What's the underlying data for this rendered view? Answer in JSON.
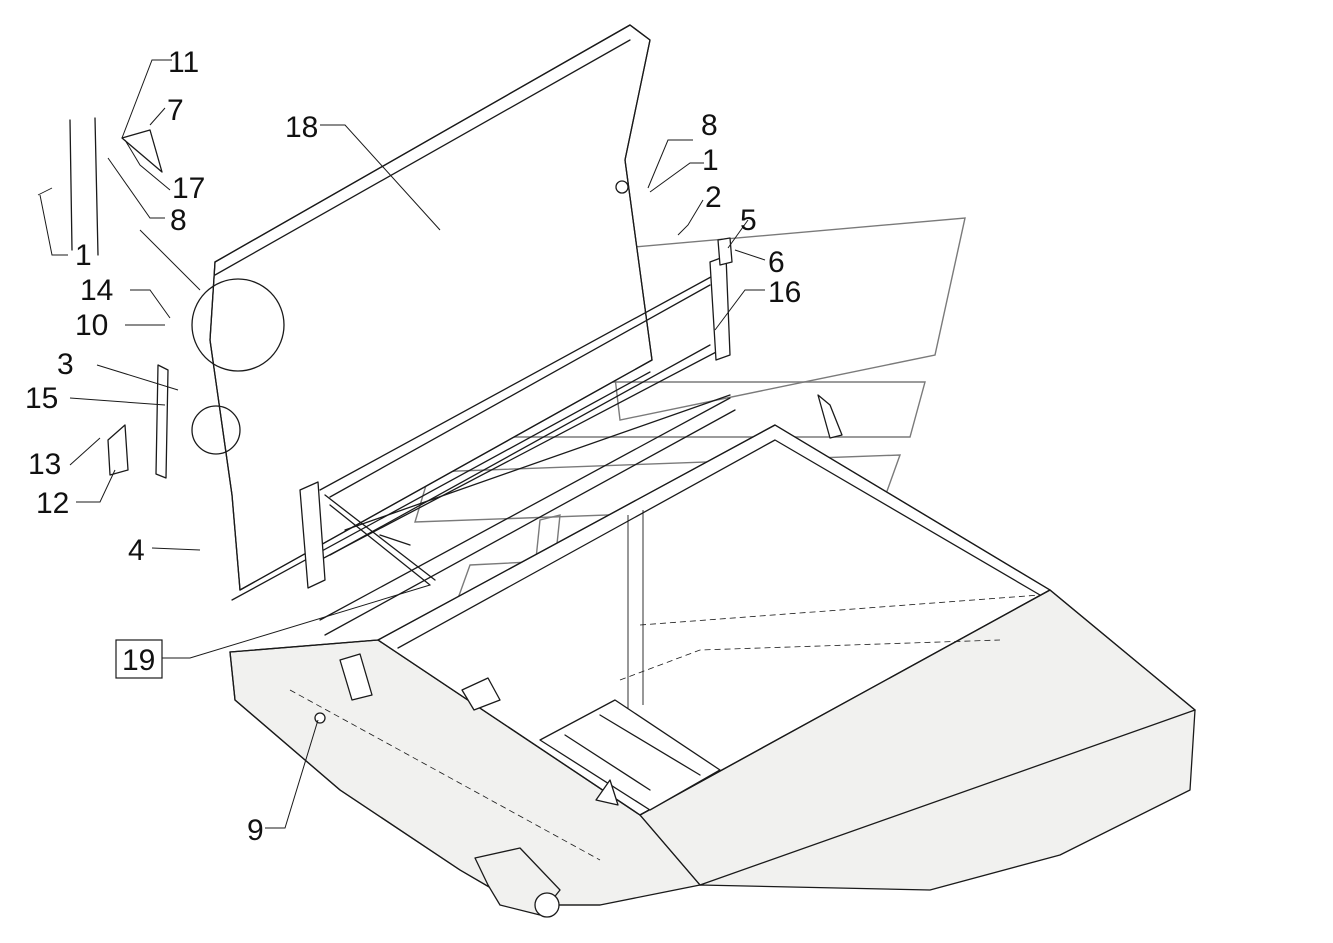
{
  "diagram": {
    "callouts": {
      "c11": "11",
      "c7": "7",
      "c18": "18",
      "c8a": "8",
      "c1a": "1",
      "c17": "17",
      "c8b": "8",
      "c2": "2",
      "c5": "5",
      "c1b": "1",
      "c6": "6",
      "c14": "14",
      "c16": "16",
      "c10": "10",
      "c3": "3",
      "c15": "15",
      "c13": "13",
      "c12": "12",
      "c4": "4",
      "c19": "19",
      "c9": "9"
    }
  }
}
